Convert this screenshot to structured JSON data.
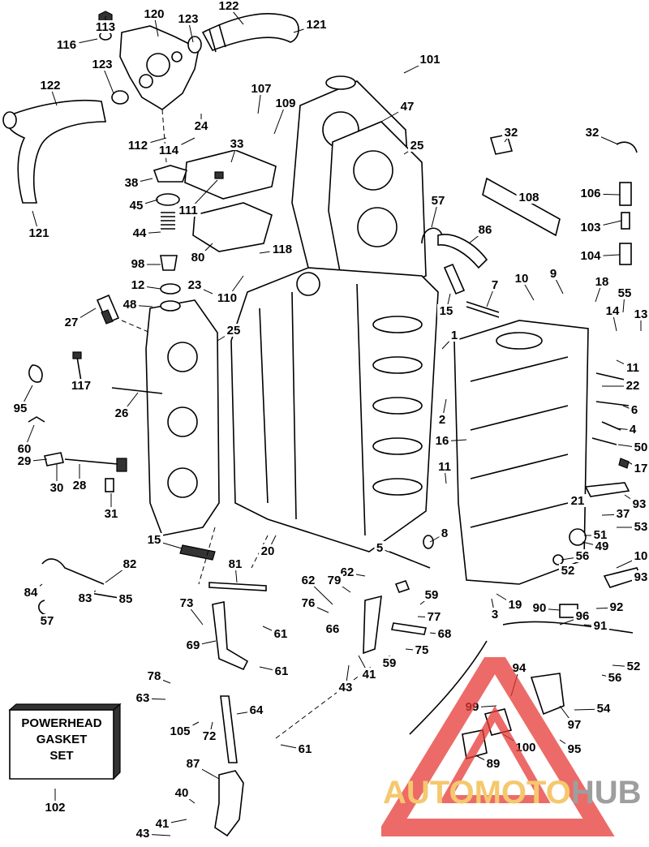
{
  "callouts": [
    "113",
    "120",
    "123",
    "122",
    "121",
    "116",
    "123",
    "101",
    "122",
    "107",
    "109",
    "47",
    "112",
    "24",
    "114",
    "33",
    "25",
    "32",
    "32",
    "38",
    "108",
    "106",
    "45",
    "111",
    "121",
    "57",
    "86",
    "44",
    "80",
    "103",
    "118",
    "104",
    "98",
    "10",
    "9",
    "18",
    "12",
    "55",
    "23",
    "110",
    "15",
    "7",
    "14",
    "13",
    "27",
    "48",
    "25",
    "11",
    "117",
    "1",
    "22",
    "2",
    "95",
    "26",
    "16",
    "6",
    "4",
    "60",
    "50",
    "11",
    "17",
    "29",
    "30",
    "28",
    "31",
    "21",
    "93",
    "37",
    "15",
    "53",
    "5",
    "8",
    "49",
    "51",
    "20",
    "62",
    "56",
    "10",
    "82",
    "81",
    "52",
    "93",
    "84",
    "62",
    "79",
    "59",
    "83",
    "85",
    "73",
    "76",
    "3",
    "19",
    "90",
    "92",
    "77",
    "91",
    "66",
    "68",
    "57",
    "69",
    "61",
    "75",
    "96",
    "52",
    "59",
    "41",
    "94",
    "56",
    "61",
    "78",
    "43",
    "99",
    "54",
    "63",
    "64",
    "97",
    "105",
    "72",
    "95",
    "100",
    "61",
    "89",
    "87",
    "40",
    "102",
    "41",
    "43"
  ],
  "gasket_box": {
    "line1": "POWERHEAD",
    "line2": "GASKET",
    "line3": "SET"
  },
  "watermark": {
    "part1": "AUTOMOTO",
    "part2": "HUB",
    "color1": "#f5c86e",
    "color2": "#9e9e9e",
    "triangle_color": "#e53935"
  }
}
